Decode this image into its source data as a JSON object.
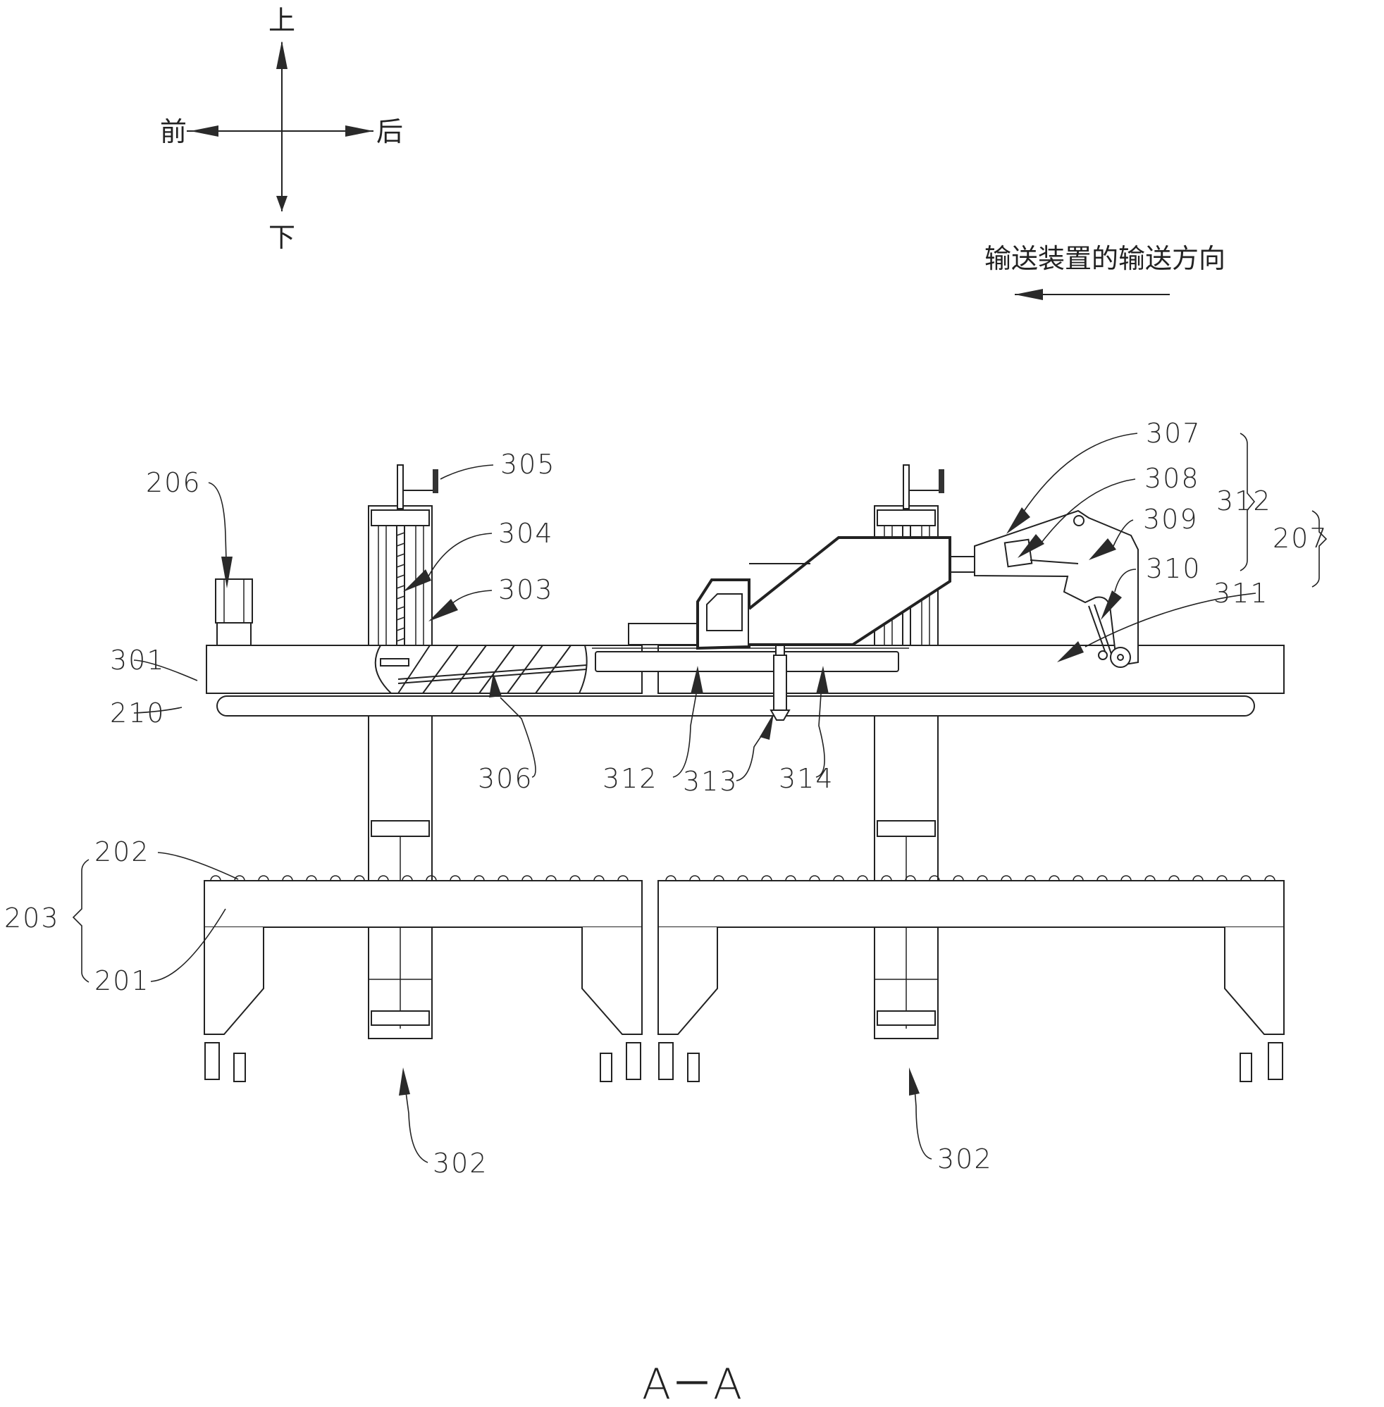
{
  "orientation": {
    "up": "上",
    "down": "下",
    "front": "前",
    "back": "后"
  },
  "conveying_direction": {
    "label": "输送装置的输送方向",
    "arrow": "left-arrow"
  },
  "labels": {
    "l206": "206",
    "l305": "305",
    "l304": "304",
    "l303": "303",
    "l301": "301",
    "l210": "210",
    "l306": "306",
    "l312_bottom": "312",
    "l313": "313",
    "l314": "314",
    "l307": "307",
    "l308": "308",
    "l309": "309",
    "l310": "310",
    "l311": "311",
    "l312_group": "312",
    "l207": "207",
    "l202": "202",
    "l203": "203",
    "l201": "201",
    "l302_left": "302",
    "l302_right": "302"
  },
  "groups": {
    "312": [
      "307",
      "308",
      "309",
      "310"
    ],
    "207": [
      "312",
      "311"
    ],
    "203": [
      "202",
      "201"
    ]
  },
  "caption": "A－A",
  "colors": {
    "line": "#222222",
    "background": "#ffffff"
  }
}
